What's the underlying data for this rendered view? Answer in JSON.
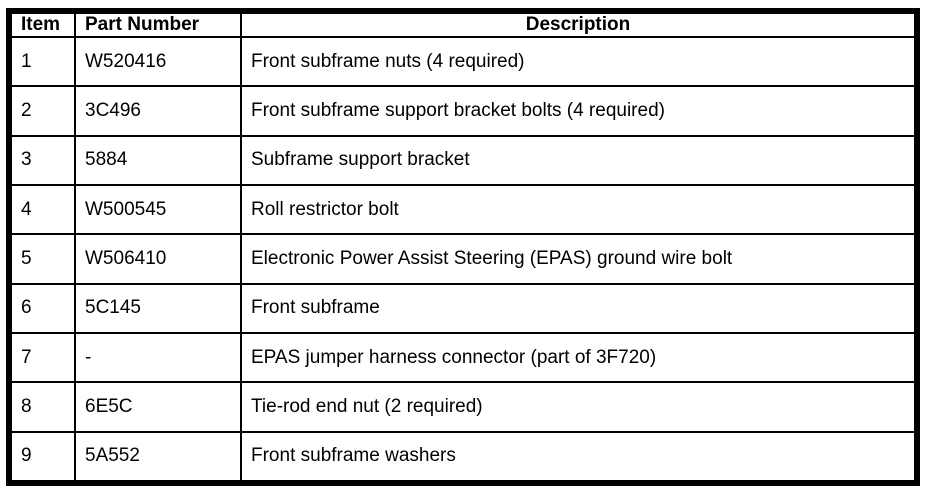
{
  "table": {
    "columns": [
      {
        "label": "Item"
      },
      {
        "label": "Part Number"
      },
      {
        "label": "Description"
      }
    ],
    "rows": [
      {
        "item": "1",
        "part_number": "W520416",
        "description": "Front subframe nuts (4 required)"
      },
      {
        "item": "2",
        "part_number": "3C496",
        "description": "Front subframe support bracket bolts (4 required)"
      },
      {
        "item": "3",
        "part_number": "5884",
        "description": "Subframe support bracket"
      },
      {
        "item": "4",
        "part_number": "W500545",
        "description": "Roll restrictor bolt"
      },
      {
        "item": "5",
        "part_number": "W506410",
        "description": "Electronic Power Assist Steering (EPAS) ground wire bolt"
      },
      {
        "item": "6",
        "part_number": "5C145",
        "description": "Front subframe"
      },
      {
        "item": "7",
        "part_number": "-",
        "description": "EPAS jumper harness connector (part of 3F720)"
      },
      {
        "item": "8",
        "part_number": "6E5C",
        "description": "Tie-rod end nut (2 required)"
      },
      {
        "item": "9",
        "part_number": "5A552",
        "description": "Front subframe washers"
      }
    ]
  }
}
